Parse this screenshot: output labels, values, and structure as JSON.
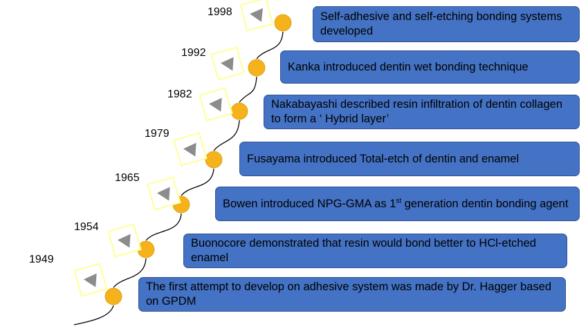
{
  "colors": {
    "box_fill": "#4472C4",
    "box_border": "#2F528F",
    "milestone_dot": "#F5B21A",
    "marker_frame": "#FFFF99",
    "marker_arrow": "#8C8C8C",
    "connector_line": "#000000"
  },
  "events": [
    {
      "year": "1998",
      "text": "Self-adhesive  and self-etching bonding systems developed",
      "icon": "triangle-marker-icon"
    },
    {
      "year": "1992",
      "text": "Kanka introduced dentin wet bonding technique",
      "icon": "triangle-marker-icon"
    },
    {
      "year": "1982",
      "text": "Nakabayashi described resin infiltration of dentin collagen to form a ‘ Hybrid layer’",
      "icon": "triangle-marker-icon"
    },
    {
      "year": "1979",
      "text": "Fusayama introduced Total-etch of dentin and enamel",
      "icon": "triangle-marker-icon"
    },
    {
      "year": "1965",
      "text_before": "Bowen introduced NPG-GMA as 1",
      "text_sup": "st",
      "text_after": " generation dentin bonding agent",
      "icon": "triangle-marker-icon"
    },
    {
      "year": "1954",
      "text": "Buonocore demonstrated that resin would bond better to HCl-etched enamel",
      "icon": "triangle-marker-icon"
    },
    {
      "year": "1949",
      "text": "The first attempt to develop on adhesive system was made by  Dr. Hagger based on GPDM",
      "icon": "triangle-marker-icon"
    }
  ]
}
